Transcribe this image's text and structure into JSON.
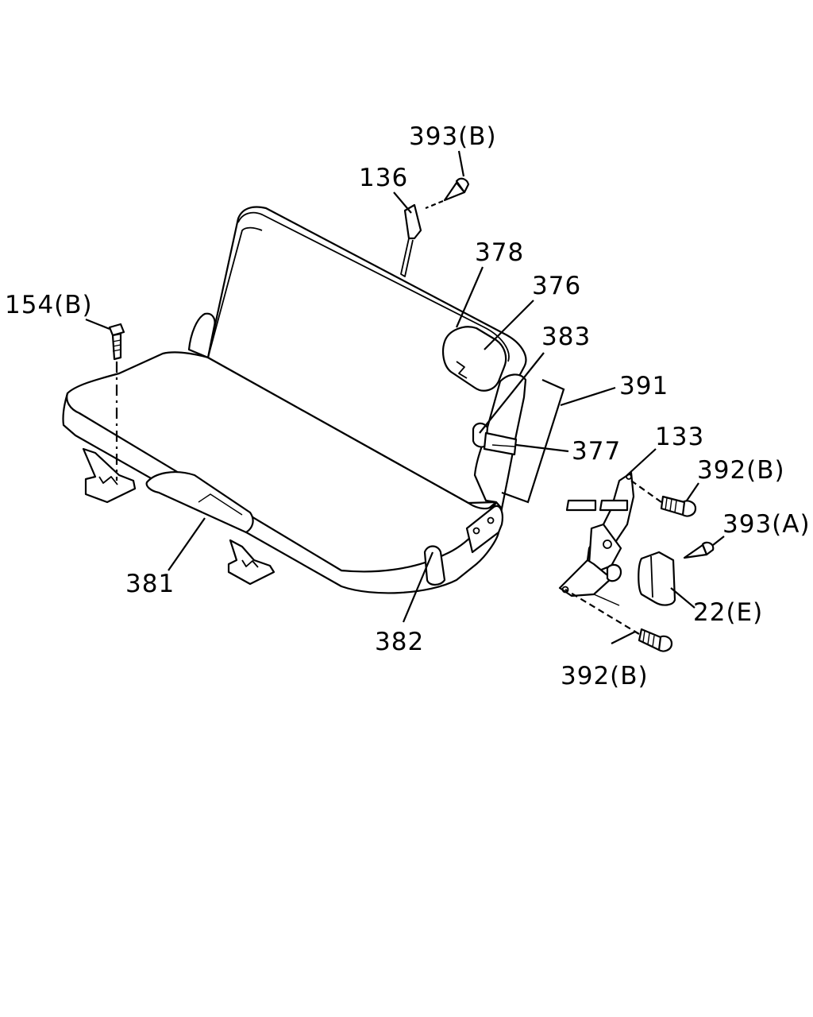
{
  "labels": {
    "l393b_top": "393(B)",
    "l136": "136",
    "l378": "378",
    "l376": "376",
    "l154b": "154(B)",
    "l383": "383",
    "l391": "391",
    "l133": "133",
    "l377": "377",
    "l392b_right": "392(B)",
    "l393a": "393(A)",
    "l381": "381",
    "l22e": "22(E)",
    "l382": "382",
    "l392b_bottom": "392(B)"
  }
}
